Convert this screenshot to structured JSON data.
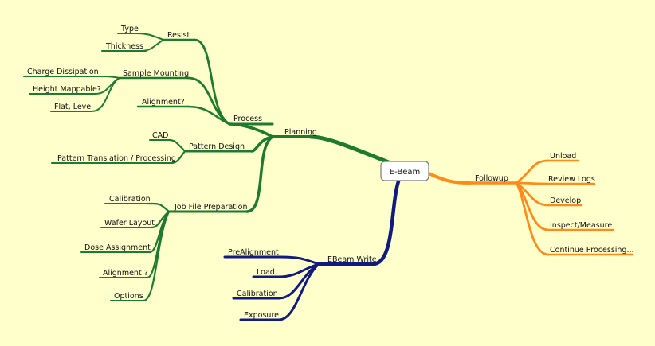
{
  "colors": {
    "background": "#ffffcc",
    "planning": "#1e7a2e",
    "ebeam_write": "#101a80",
    "followup": "#ff8a1a"
  },
  "root": {
    "label": "E-Beam"
  },
  "planning": {
    "label": "Planning",
    "process": {
      "label": "Process",
      "resist": {
        "label": "Resist",
        "type": "Type",
        "thickness": "Thickness"
      },
      "sample_mounting": {
        "label": "Sample Mounting",
        "charge_dissipation": "Charge Dissipation",
        "height_mappable": "Height Mappable?",
        "flat_level": "Flat, Level"
      },
      "alignment": "Alignment?"
    },
    "pattern_design": {
      "label": "Pattern Design",
      "cad": "CAD",
      "pattern_translation": "Pattern Translation / Processing"
    },
    "job_file_preparation": {
      "label": "Job File Preparation",
      "calibration": "Calibration",
      "wafer_layout": "Wafer Layout",
      "dose_assignment": "Dose Assignment",
      "alignment": "Alignment ?",
      "options": "Options"
    }
  },
  "ebeam_write": {
    "label": "EBeam Write",
    "prealignment": "PreAlignment",
    "load": "Load",
    "calibration": "Calibration",
    "exposure": "Exposure"
  },
  "followup": {
    "label": "Followup",
    "unload": "Unload",
    "review_logs": "Review Logs",
    "develop": "Develop",
    "inspect_measure": "Inspect/Measure",
    "continue_processing": "Continue Processing..."
  }
}
